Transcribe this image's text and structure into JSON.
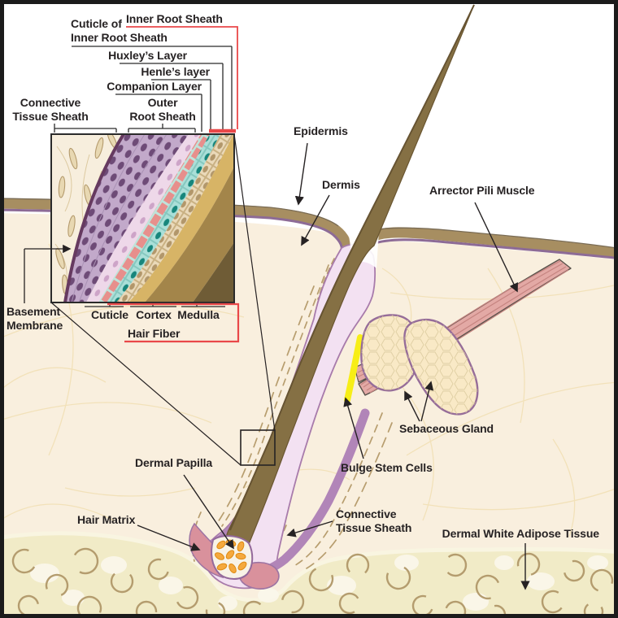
{
  "inset": {
    "callouts": {
      "inner_root_sheath": "Inner Root Sheath",
      "cuticle_of_irs_line1": "Cuticle of",
      "cuticle_of_irs_line2": "Inner Root Sheath",
      "huxleys_layer": "Huxley’s Layer",
      "henles_layer": "Henle’s layer",
      "companion_layer": "Companion Layer",
      "connective_tissue_sheath_line1": "Connective",
      "connective_tissue_sheath_line2": "Tissue Sheath",
      "outer_root_sheath_line1": "Outer",
      "outer_root_sheath_line2": "Root Sheath",
      "basement_membrane_line1": "Basement",
      "basement_membrane_line2": "Membrane",
      "cuticle": "Cuticle",
      "cortex": "Cortex",
      "medulla": "Medulla",
      "hair_fiber": "Hair Fiber"
    }
  },
  "main": {
    "labels": {
      "epidermis": "Epidermis",
      "dermis": "Dermis",
      "arrector_pili_muscle": "Arrector Pili Muscle",
      "sebaceous_gland": "Sebaceous Gland",
      "bulge_stem_cells": "Bulge Stem Cells",
      "dermal_papilla": "Dermal Papilla",
      "hair_matrix": "Hair Matrix",
      "connective_tissue_sheath_line1": "Connective",
      "connective_tissue_sheath_line2": "Tissue Sheath",
      "dermal_white_adipose_tissue": "Dermal White Adipose Tissue"
    }
  },
  "colors": {
    "callout_red": "#e94849",
    "line_black": "#262223",
    "dermis": "#f9efde",
    "epidermis_band": "#a78e61",
    "basal_line": "#8d6b96",
    "hair_shaft": "#857044",
    "follicle_pink": "#f3e1f2",
    "follicle_purple": "#b185b8",
    "bulge_yellow": "#f7ee16",
    "bulb_rose": "#d9919c",
    "papilla_orange": "#f5a93d",
    "sebaceous_cream": "#f9e9c6",
    "muscle_pink": "#e3a9a5",
    "adipose": "#f1ebc7",
    "adipose_ring": "#b49c6e",
    "basement_membrane": "#663a60"
  }
}
